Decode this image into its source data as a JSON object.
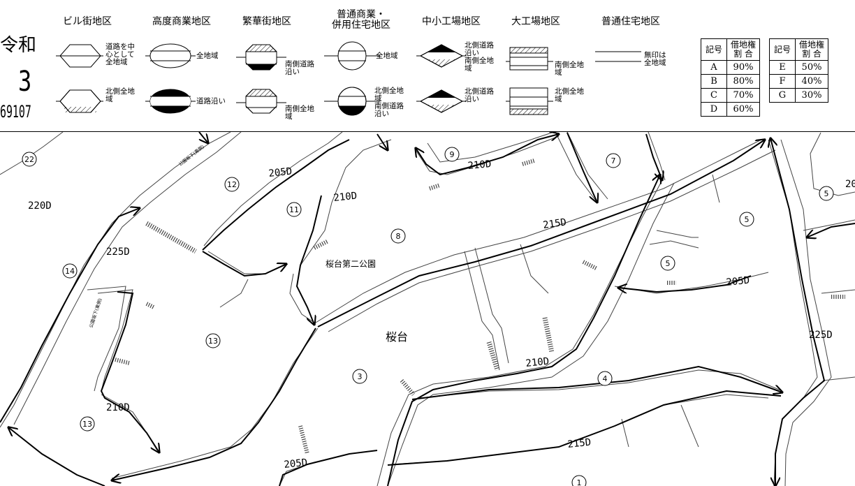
{
  "map_header": {
    "era": "令和",
    "year": "3",
    "map_code": "69107"
  },
  "legend": {
    "district_headers": [
      "ビル街地区",
      "高度商業地区",
      "繁華街地区",
      "普通商業・\n併用住宅地区",
      "中小工場地区",
      "大工場地区",
      "普通住宅地区"
    ],
    "captions": {
      "building_top": "道路を中\n心として\n全地域",
      "building_bottom": "北側全地\n域",
      "high_commercial_top": "全地域",
      "high_commercial_bottom": "道路沿い",
      "busy_top": "南側道路\n沿い",
      "busy_bottom": "南側全地\n域",
      "commercial_top": "全地域",
      "commercial_bottom": "北側全地\n域\n南側道路\n沿い",
      "small_factory_top": "北側道路\n沿い\n南側全地\n域",
      "small_factory_bottom": "北側道路\n沿い",
      "large_factory_top": "南側全地\n域",
      "large_factory_bottom": "北側全地\n域",
      "residential_top": "無印は\n全地域"
    }
  },
  "rate_table": {
    "symbol_header": "記号",
    "rate_header": "借地権\n割 合",
    "left_rows": [
      {
        "symbol": "A",
        "rate": "90%"
      },
      {
        "symbol": "B",
        "rate": "80%"
      },
      {
        "symbol": "C",
        "rate": "70%"
      },
      {
        "symbol": "D",
        "rate": "60%"
      }
    ],
    "right_rows": [
      {
        "symbol": "E",
        "rate": "50%"
      },
      {
        "symbol": "F",
        "rate": "40%"
      },
      {
        "symbol": "G",
        "rate": "30%"
      }
    ]
  },
  "map": {
    "place_labels": [
      "桜台第二公園",
      "桜台"
    ],
    "street_labels": [
      "公園坂下(東側)",
      "公園坂下(東側)"
    ],
    "route_prices": [
      "205D",
      "210D",
      "210D",
      "215D",
      "220D",
      "225D",
      "205D",
      "210D",
      "210D",
      "225D",
      "215D",
      "205D",
      "20"
    ],
    "block_numbers": [
      "22",
      "12",
      "11",
      "9",
      "7",
      "8",
      "5",
      "5",
      "5",
      "14",
      "13",
      "3",
      "4",
      "13",
      "1"
    ]
  }
}
